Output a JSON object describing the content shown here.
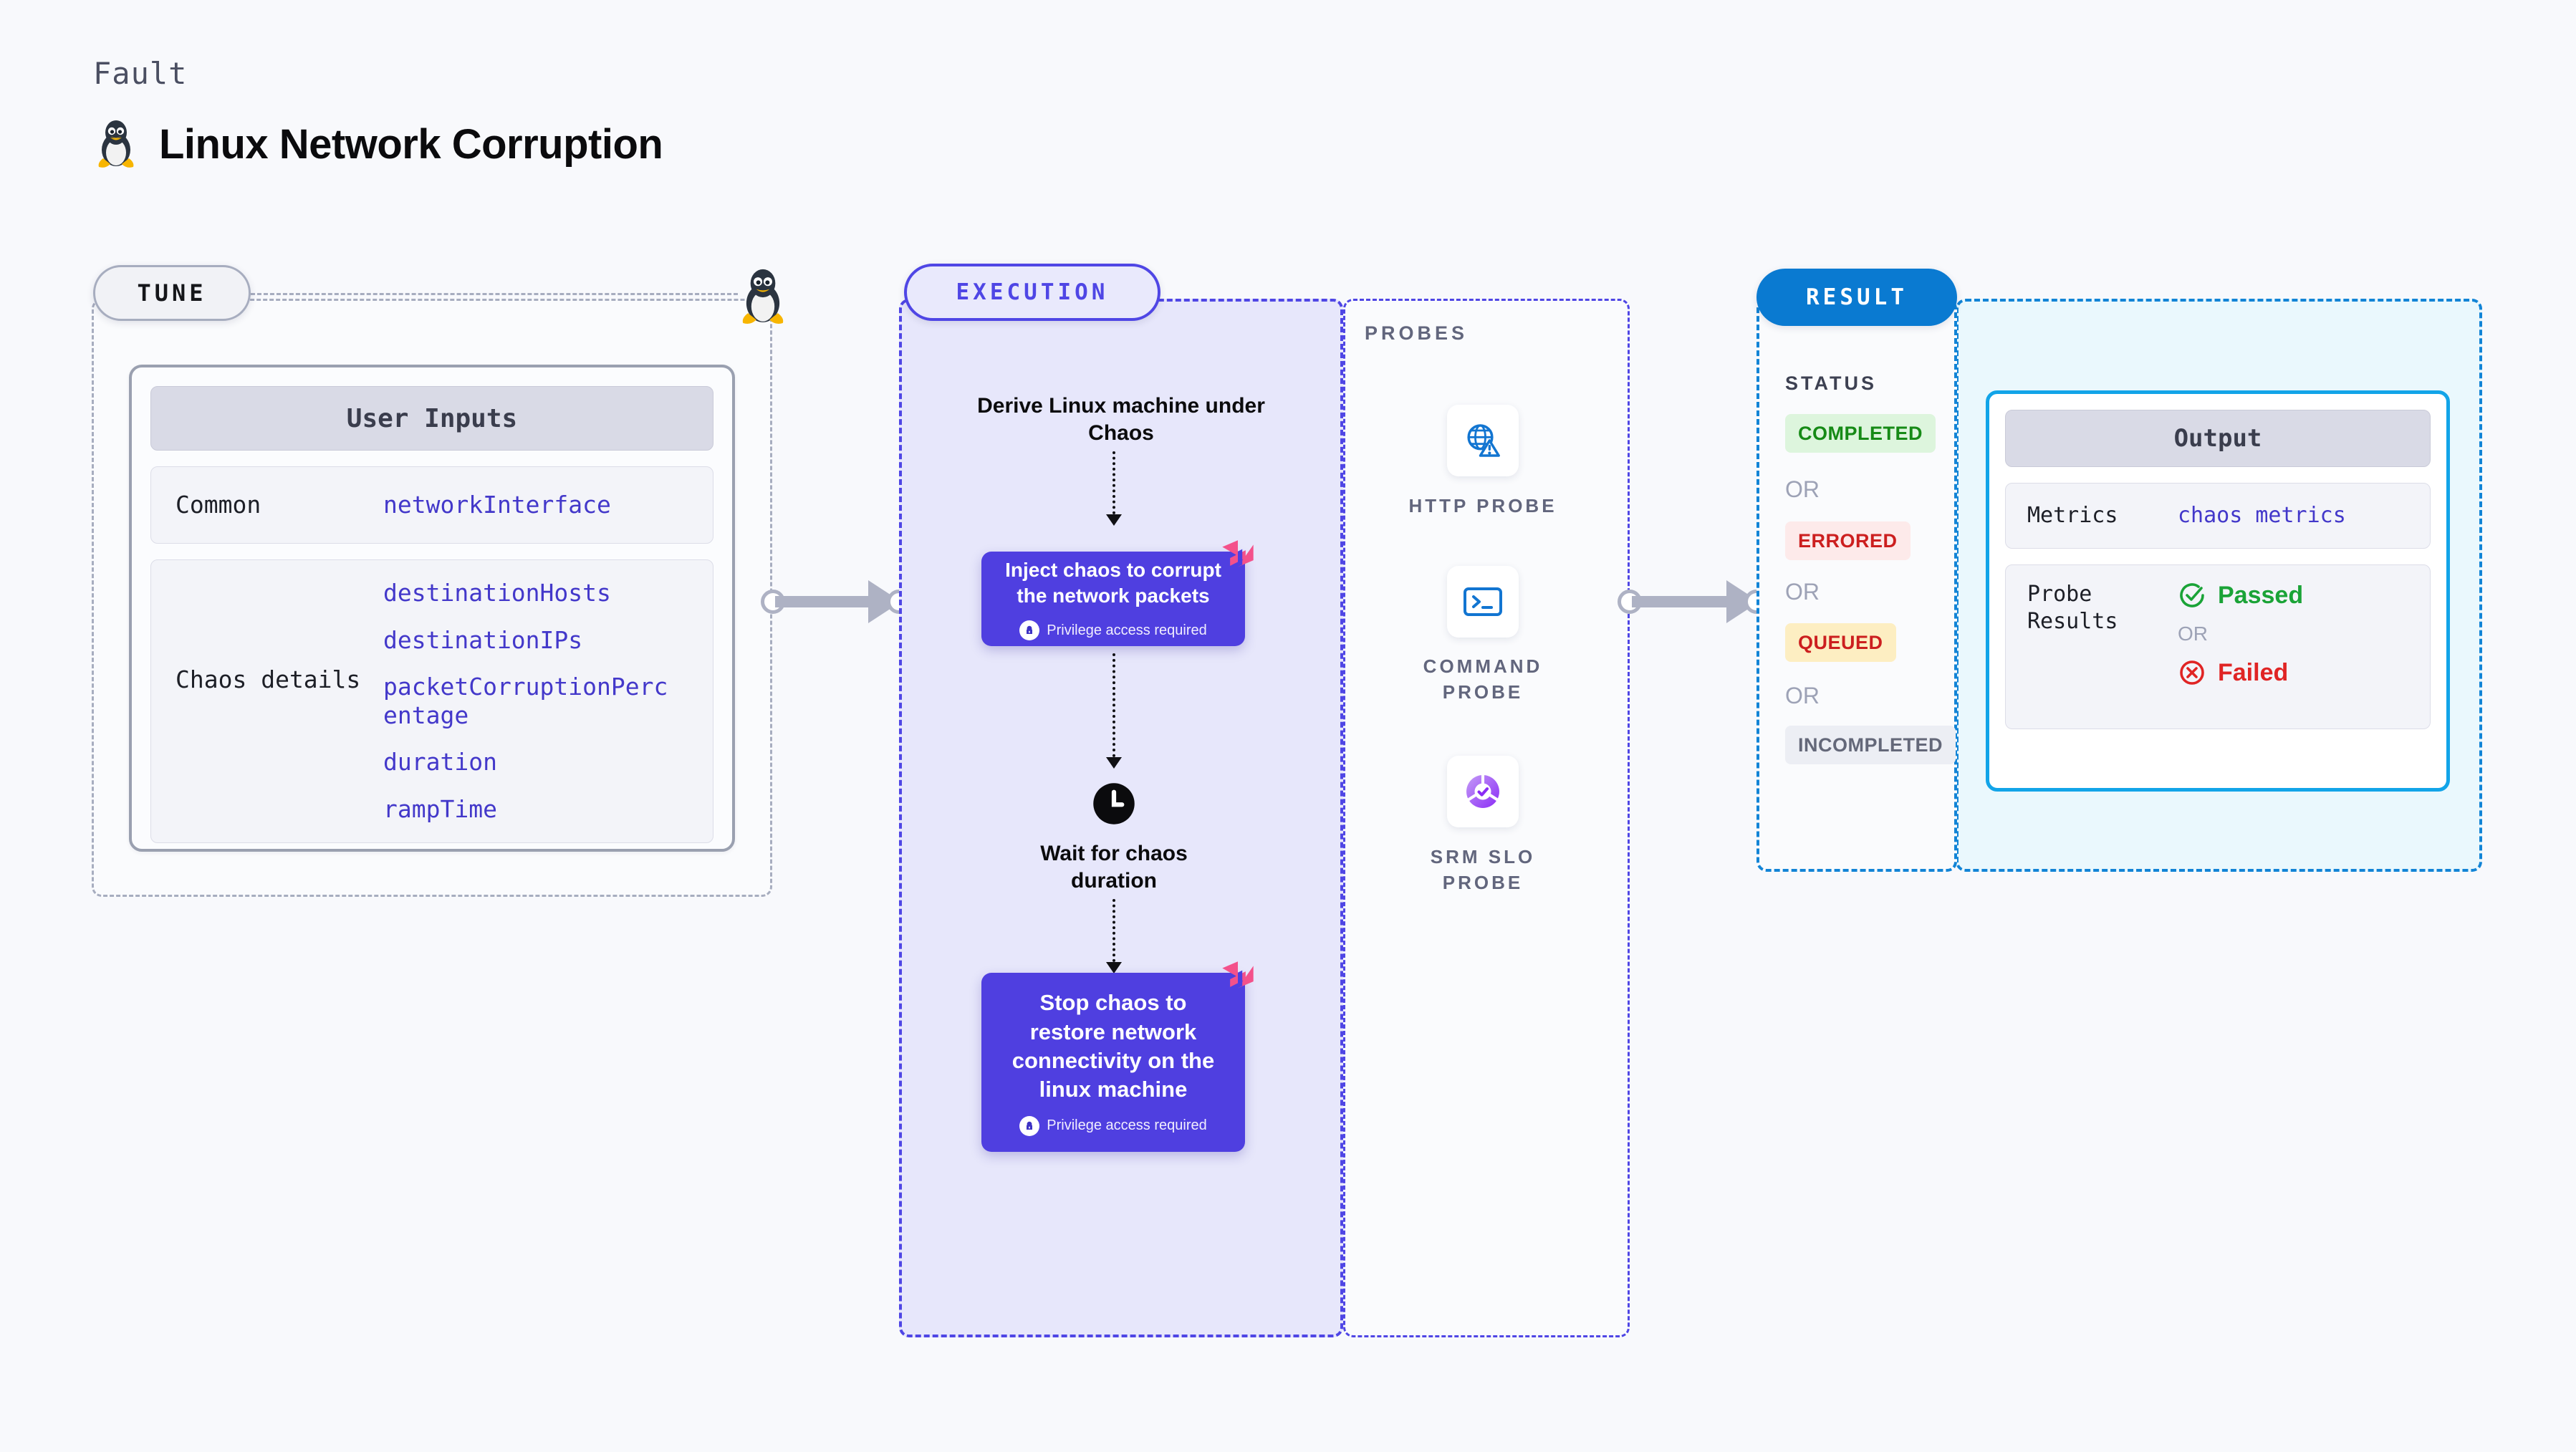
{
  "header": {
    "eyebrow": "Fault",
    "title": "Linux Network Corruption",
    "icon": "linux-penguin-icon"
  },
  "tune": {
    "pill_label": "TUNE",
    "card_title": "User Inputs",
    "rows": [
      {
        "label": "Common",
        "values": [
          "networkInterface"
        ]
      },
      {
        "label": "Chaos details",
        "values": [
          "destinationHosts",
          "destinationIPs",
          "packetCorruptionPercentage",
          "duration",
          "rampTime"
        ]
      }
    ]
  },
  "execution": {
    "pill_label": "EXECUTION",
    "steps": [
      {
        "type": "text",
        "label": "Derive Linux machine under Chaos"
      },
      {
        "type": "chaos",
        "label": "Inject chaos to corrupt the network packets",
        "note": "Privilege access required"
      },
      {
        "type": "wait",
        "label": "Wait for chaos duration",
        "icon": "clock-icon"
      },
      {
        "type": "chaos",
        "label": "Stop chaos to restore network connectivity on the linux machine",
        "note": "Privilege access required"
      }
    ]
  },
  "probes": {
    "section_label": "PROBES",
    "items": [
      {
        "caption": "HTTP PROBE",
        "icon": "globe-warning-icon"
      },
      {
        "caption": "COMMAND PROBE",
        "icon": "terminal-prompt-icon"
      },
      {
        "caption": "SRM SLO PROBE",
        "icon": "slo-donut-check-icon"
      }
    ]
  },
  "result": {
    "pill_label": "RESULT",
    "status_label": "STATUS",
    "or_label": "OR",
    "statuses": [
      {
        "label": "COMPLETED",
        "bg": "#ddf5dd",
        "fg": "#168a16"
      },
      {
        "label": "ERRORED",
        "bg": "#fdeaea",
        "fg": "#cc1f1f"
      },
      {
        "label": "QUEUED",
        "bg": "#fdeec2",
        "fg": "#cc1f1f"
      },
      {
        "label": "INCOMPLETED",
        "bg": "#eceef4",
        "fg": "#646879"
      }
    ],
    "output": {
      "card_title": "Output",
      "metrics_label": "Metrics",
      "metrics_value": "chaos metrics",
      "probe_results_label": "Probe Results",
      "passed_label": "Passed",
      "failed_label": "Failed",
      "or_label": "OR"
    }
  },
  "colors": {
    "page_bg": "#f8f9fc",
    "execution_accent": "#4f46e5",
    "execution_bg": "#e7e7fb",
    "chaos_node": "#4f3fe0",
    "result_accent": "#1284d6",
    "result_pill": "#0a7ad1",
    "output_border": "#12a4e8",
    "output_bg": "#eaf8fd",
    "tune_accent": "#a7adbf",
    "value_text": "#4338ca",
    "harness_mark": "#f4518b",
    "connector": "#aeb2c4"
  }
}
